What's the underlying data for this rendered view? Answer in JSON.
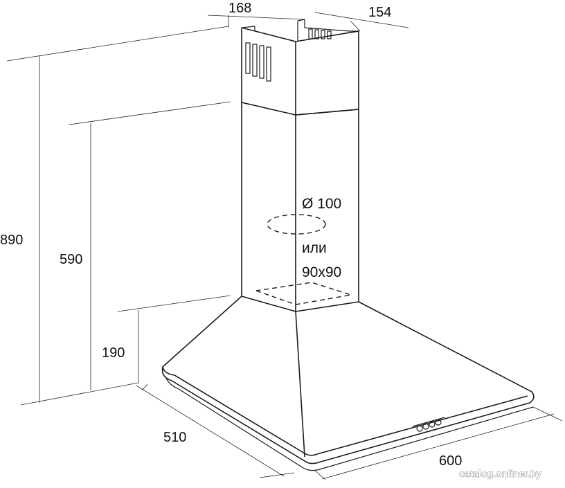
{
  "dimensions": {
    "chimney_width": "168",
    "chimney_depth": "154",
    "total_height": "890",
    "mid_height": "590",
    "hood_height": "190",
    "depth": "510",
    "width": "600"
  },
  "labels": {
    "round_duct": "Ø 100",
    "or": "или",
    "square_duct": "90x90"
  },
  "watermark": "catalog.onliner.by"
}
